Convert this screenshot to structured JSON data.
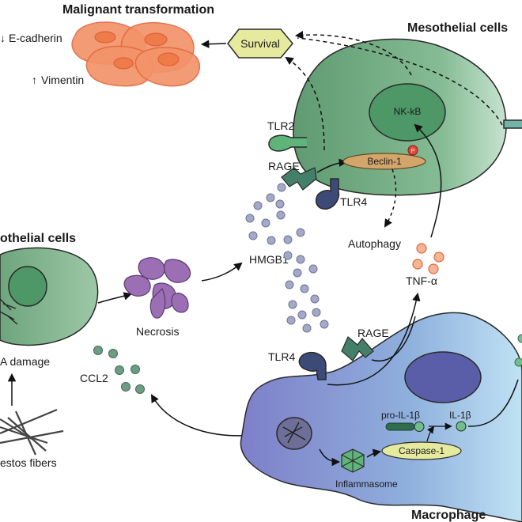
{
  "titles": {
    "malignant": "Malignant transformation",
    "mesothelial_top": "Mesothelial cells",
    "mesothelial_left": "othelial cells",
    "macrophage": "Macrophage"
  },
  "markers": {
    "ecadherin": "E-cadherin",
    "vimentin": "Vimentin",
    "down_arrow": "↓",
    "up_arrow": "↑"
  },
  "labels": {
    "survival": "Survival",
    "nfkb": "NK-kB",
    "tlr2": "TLR2",
    "rage_top": "RAGE",
    "beclin": "Beclin-1",
    "phospho": "P",
    "tlr4_top": "TLR4",
    "autophagy": "Autophagy",
    "hmgb1": "HMGB1",
    "tnfa": "TNF-α",
    "necrosis": "Necrosis",
    "dna_damage": "A damage",
    "ccl2": "CCL2",
    "tlr4_bottom": "TLR4",
    "rage_bottom": "RAGE",
    "pro_il1b": "pro-IL-1β",
    "il1b": "IL-1β",
    "caspase": "Caspase-1",
    "inflammasome": "Inflammasome",
    "asbestos": "estos fibers"
  },
  "colors": {
    "mesothelial_fill": "#7fb48c",
    "nucleus_fill": "#4f9a67",
    "malignant_fill": "#f08c5c",
    "macrophage_fill": "#8b8fd0",
    "necrosis_fill": "#9b6fb2",
    "hmgb1_dot": "#9aa0c0",
    "survival_fill": "#e6ea9e",
    "beclin_fill": "#d4a86a",
    "tnf_fill": "#f4a07a",
    "ccl2_dot": "#6f9d83"
  }
}
